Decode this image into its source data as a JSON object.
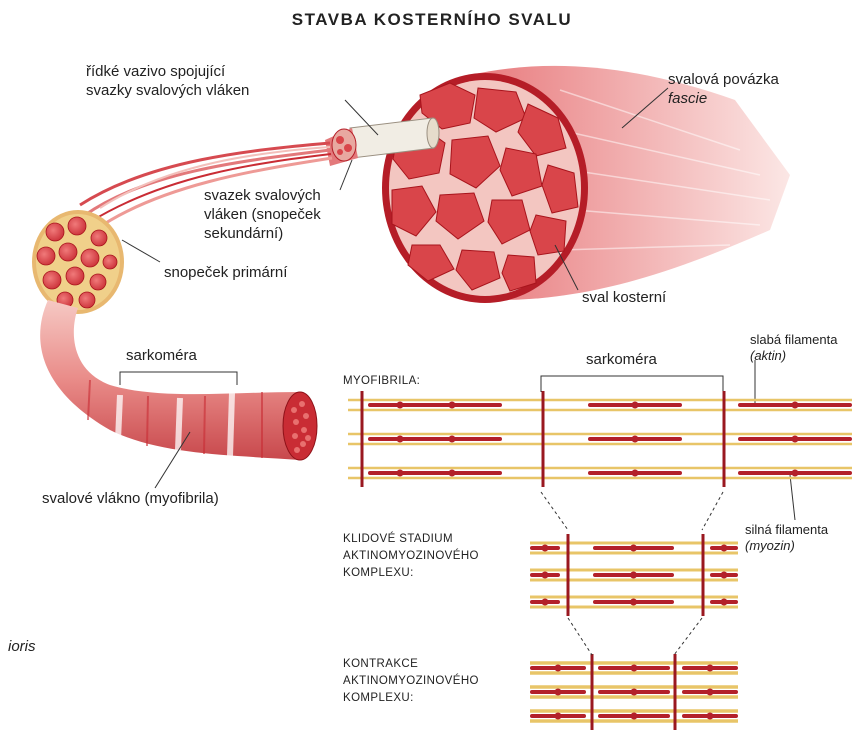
{
  "title": "STAVBA KOSTERNÍHO SVALU",
  "labels": {
    "loose_tissue": [
      "řídké vazivo spojující",
      "svazky svalových vláken"
    ],
    "fascia": "svalová povázka",
    "fascia_latin": "fascie",
    "bundle": [
      "svazek svalových",
      "vláken (snopeček",
      "sekundární)"
    ],
    "primary_bundle": "snopeček primární",
    "muscle": "sval kosterní",
    "sarcomere_fiber": "sarkoméra",
    "sarcomere_myofibril": "sarkoméra",
    "fiber": "svalové vlákno (myofibrila)",
    "thin": "slabá filamenta",
    "thin_latin": "(aktin)",
    "thick": "silná filamenta",
    "thick_latin": "(myozin)",
    "myofibril_caption": "MYOFIBRILA:",
    "rest_caption": [
      "KLIDOVÉ STADIUM",
      "AKTINOMYOZINOVÉHO",
      "KOMPLEXU:"
    ],
    "contract_caption": [
      "KONTRAKCE",
      "AKTINOMYOZINOVÉHO",
      "KOMPLEXU:"
    ],
    "cut_text": "ioris"
  },
  "colors": {
    "muscle_red": "#d9454a",
    "muscle_dark": "#a8141c",
    "actin_yellow": "#e8c568",
    "myosin_red": "#b3202a",
    "fascia_pink": "#f2b7b2"
  }
}
